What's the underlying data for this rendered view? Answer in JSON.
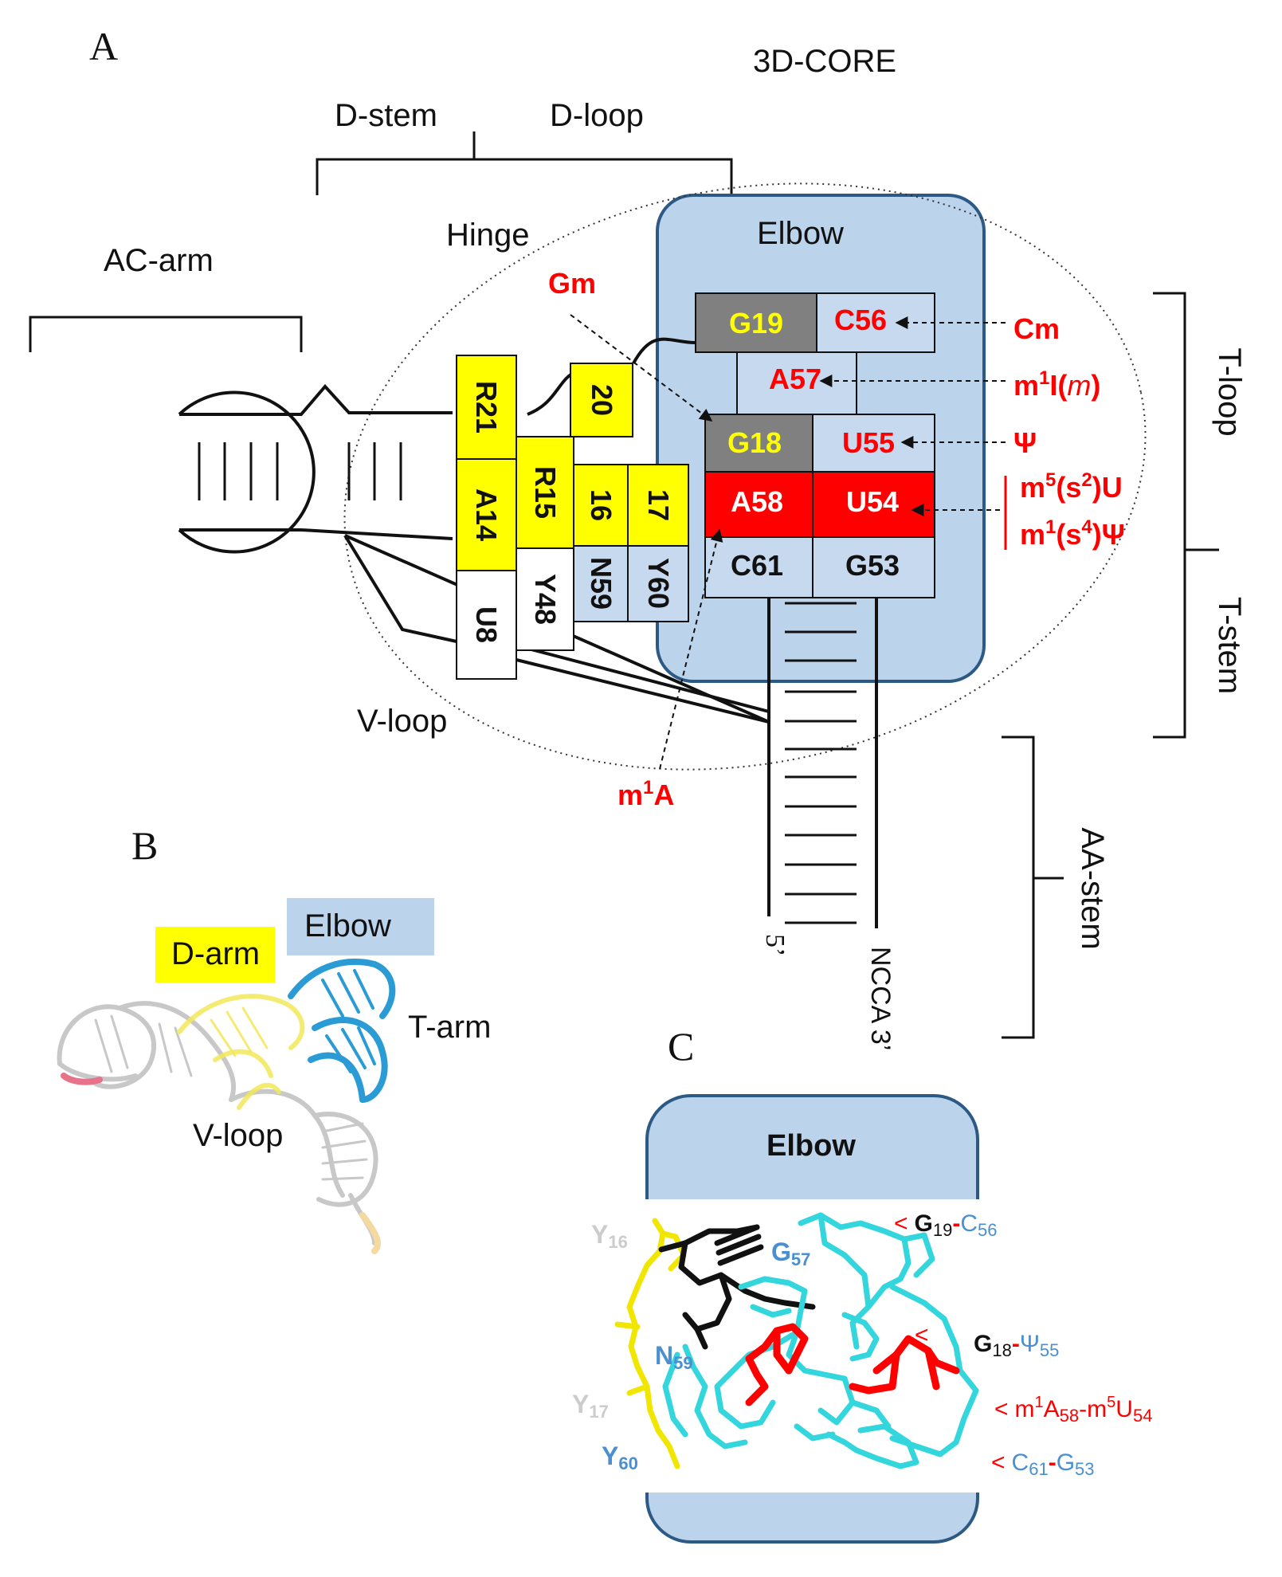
{
  "panels": {
    "a": "A",
    "b": "B",
    "c": "C"
  },
  "panel_a": {
    "region_labels": {
      "core": "3D-CORE",
      "d_stem": "D-stem",
      "d_loop": "D-loop",
      "ac_arm": "AC-arm",
      "hinge": "Hinge",
      "elbow": "Elbow",
      "v_loop": "V-loop",
      "t_loop": "T-loop",
      "t_stem": "T-stem",
      "aa_stem": "AA-stem",
      "five_prime": "5’",
      "three_prime": "NCCA 3’"
    },
    "nucleotides": {
      "r21": "R21",
      "a14": "A14",
      "n20": "20",
      "r15": "R15",
      "n16": "16",
      "n17": "17",
      "u8": "U8",
      "y48": "Y48",
      "n59": "N59",
      "y60": "Y60",
      "g19": "G19",
      "c56": "C56",
      "a57": "A57",
      "g18": "G18",
      "u55": "U55",
      "a58": "A58",
      "u54": "U54",
      "c61": "C61",
      "g53": "G53"
    },
    "modifications": {
      "gm": "Gm",
      "cm": "Cm",
      "m1i_base": "m",
      "m1i_sup": "1",
      "m1i_rest": "I(",
      "m1i_m": "m",
      "m1i_close": ")",
      "psi": "Ψ",
      "m5s2u_a": "m",
      "m5s2u_sup1": "5",
      "m5s2u_b": "(s",
      "m5s2u_sup2": "2",
      "m5s2u_c": ")U",
      "m1s4psi_a": "m",
      "m1s4psi_sup1": "1",
      "m1s4psi_b": "(s",
      "m1s4psi_sup2": "4",
      "m1s4psi_c": ")Ψ",
      "m1a_a": "m",
      "m1a_sup": "1",
      "m1a_b": "A"
    }
  },
  "panel_b": {
    "elbow": "Elbow",
    "d_arm": "D-arm",
    "t_arm": "T-arm",
    "v_loop": "V-loop"
  },
  "panel_c": {
    "elbow": "Elbow",
    "y16": "Y",
    "y16_sub": "16",
    "g57": "G",
    "g57_sub": "57",
    "n59": "N",
    "n59_sub": "59",
    "y17": "Y",
    "y17_sub": "17",
    "y60": "Y",
    "y60_sub": "60",
    "p1_lt": "<",
    "p1_a": "G",
    "p1_a_sub": "19",
    "p1_dash": "-",
    "p1_b": "C",
    "p1_b_sub": "56",
    "p2_lt": "<",
    "p2_a": "G",
    "p2_a_sub": "18",
    "p2_dash": "-",
    "p2_b": "Ψ",
    "p2_b_sub": "55",
    "p3_lt": "<",
    "p3_a": "m",
    "p3_a_sup": "1",
    "p3_a2": "A",
    "p3_a_sub": "58",
    "p3_dash": "-",
    "p3_b": "m",
    "p3_b_sup": "5",
    "p3_b2": "U",
    "p3_b_sub": "54",
    "p4_lt": "<",
    "p4_a": "C",
    "p4_a_sub": "61",
    "p4_dash": "-",
    "p4_b": "G",
    "p4_b_sub": "53"
  },
  "colors": {
    "yellow": "#ffff00",
    "grey": "#808080",
    "red": "#ff0000",
    "light_blue": "#c6d9ef",
    "elbow_blue": "#bcd3ec",
    "elbow_border": "#2c5a85",
    "cyan": "#33d6dd",
    "label_blue": "#4a8fd1"
  }
}
